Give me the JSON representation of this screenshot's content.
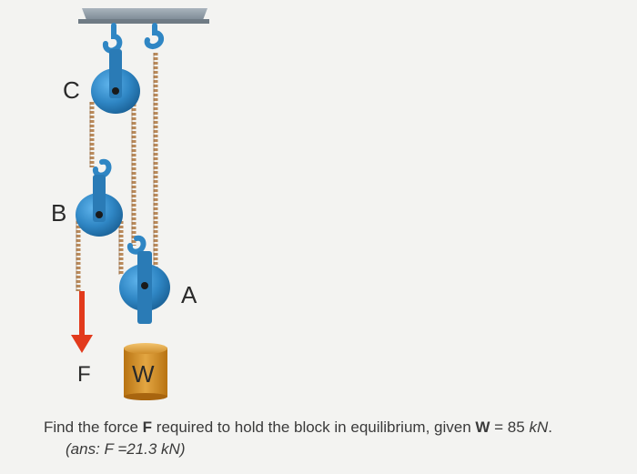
{
  "labels": {
    "pulley_c": "C",
    "pulley_b": "B",
    "pulley_a": "A",
    "force": "F",
    "block": "W"
  },
  "problem": {
    "q_prefix": "Find the force ",
    "q_force_symbol": "F",
    "q_middle": " required to hold the block in equilibrium, given ",
    "q_weight_symbol": "W",
    "q_equals": " = 85 ",
    "q_unit": "kN",
    "q_end": ".",
    "answer": "(ans: F =21.3 kN)"
  },
  "colors": {
    "background": "#f3f3f1",
    "ceiling": "#8f9ba5",
    "pulley": "#2f86c4",
    "rope": "#b98a5b",
    "force_arrow": "#e23a1c",
    "block": "#c9841f"
  }
}
